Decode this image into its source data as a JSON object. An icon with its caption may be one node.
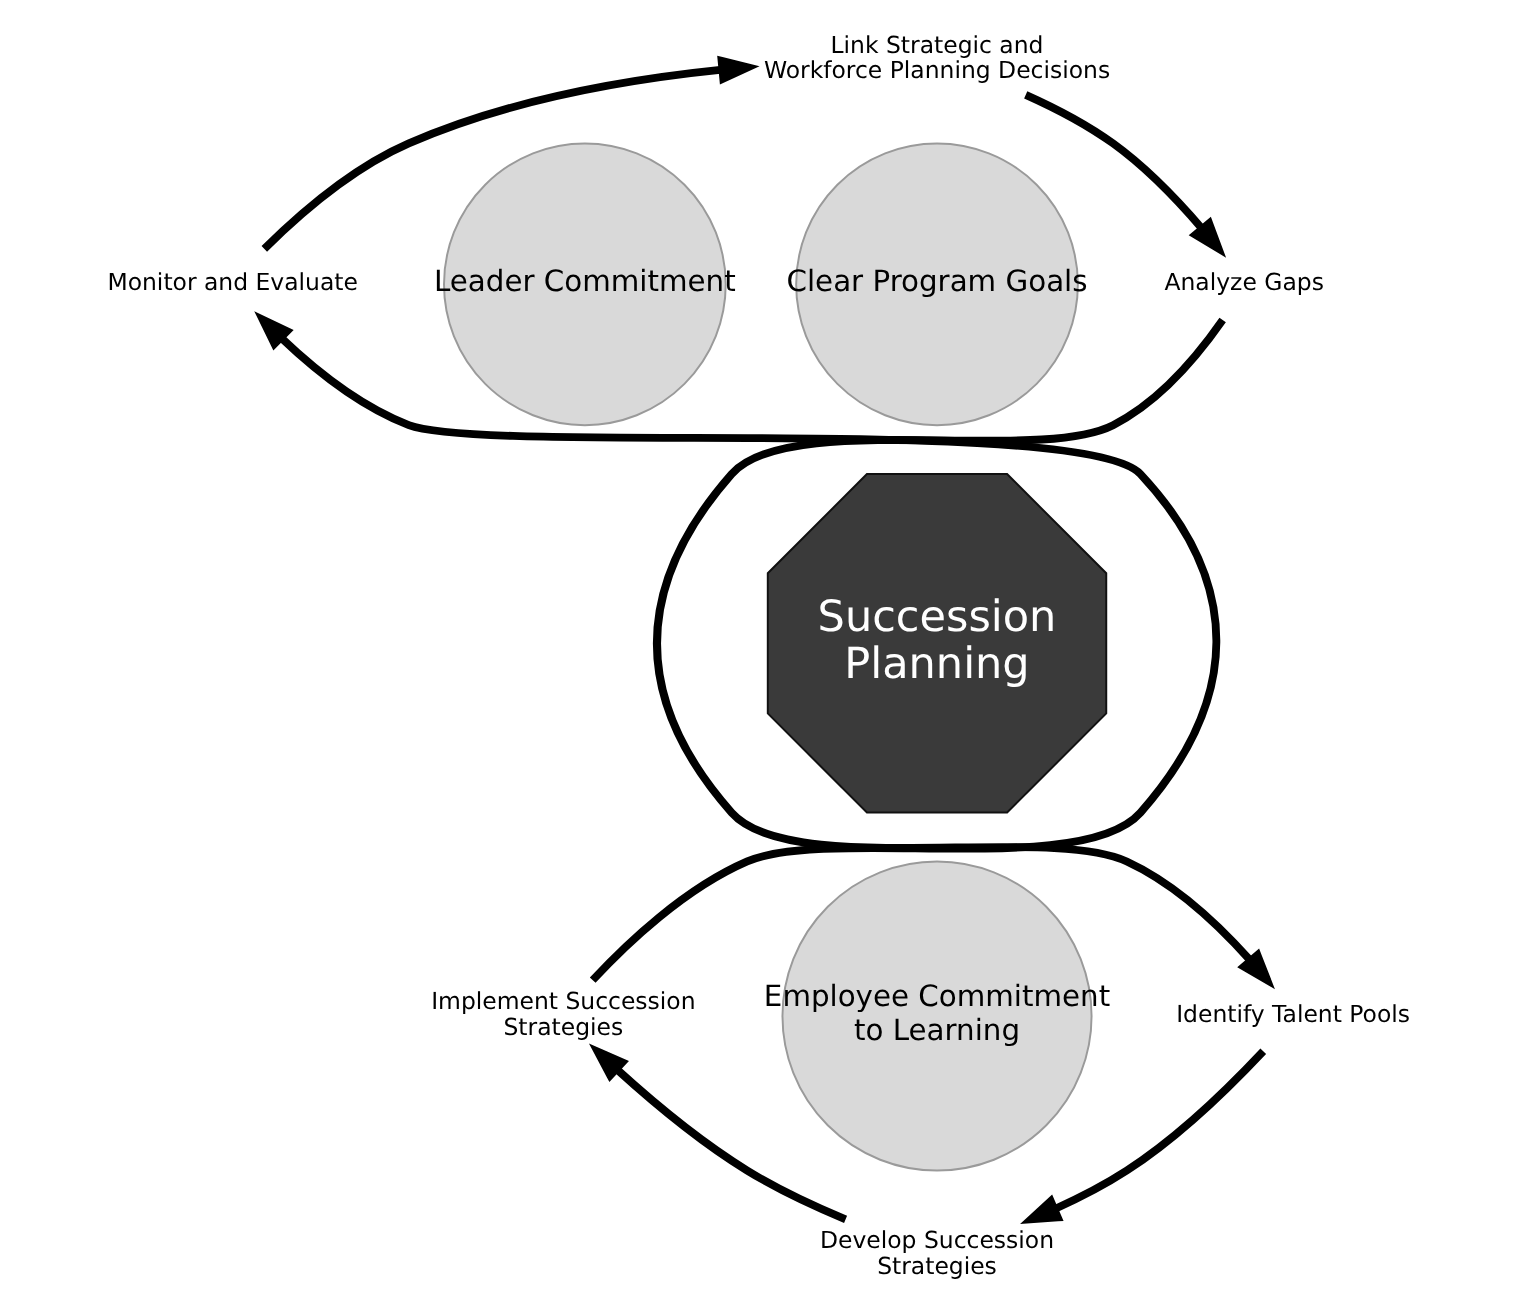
{
  "diagram": {
    "nodes": [
      {
        "text": [
          "Link Strategic and Workforce Planning Decisions"
        ]
      },
      {
        "text": [
          "Analyze Gaps"
        ]
      },
      {
        "text": [
          "Identify Talent Pools"
        ]
      },
      {
        "text": [
          "Develop Succession Strategies"
        ]
      },
      {
        "text": [
          "Implement Succession Strategies"
        ]
      },
      {
        "text": [
          "Monitor and Evaluate"
        ]
      },
      {
        "text": [
          "Leader Commitment"
        ]
      },
      {
        "text": [
          "Clear Program Goals"
        ]
      },
      {
        "text": [
          "Employee Commitment to Learning"
        ]
      },
      {
        "text": [
          "Succession Planning"
        ]
      }
    ],
    "edges": [
      {
        "from": 5,
        "to": 0,
        "arrow": "to"
      },
      {
        "from": 0,
        "to": 1,
        "arrow": "to"
      },
      {
        "from": 1,
        "to": 2,
        "arrow": "to"
      },
      {
        "from": 2,
        "to": 3,
        "arrow": "to"
      },
      {
        "from": 3,
        "to": 4,
        "arrow": "to"
      },
      {
        "from": 4,
        "to": 5,
        "arrow": "to"
      }
    ]
  }
}
